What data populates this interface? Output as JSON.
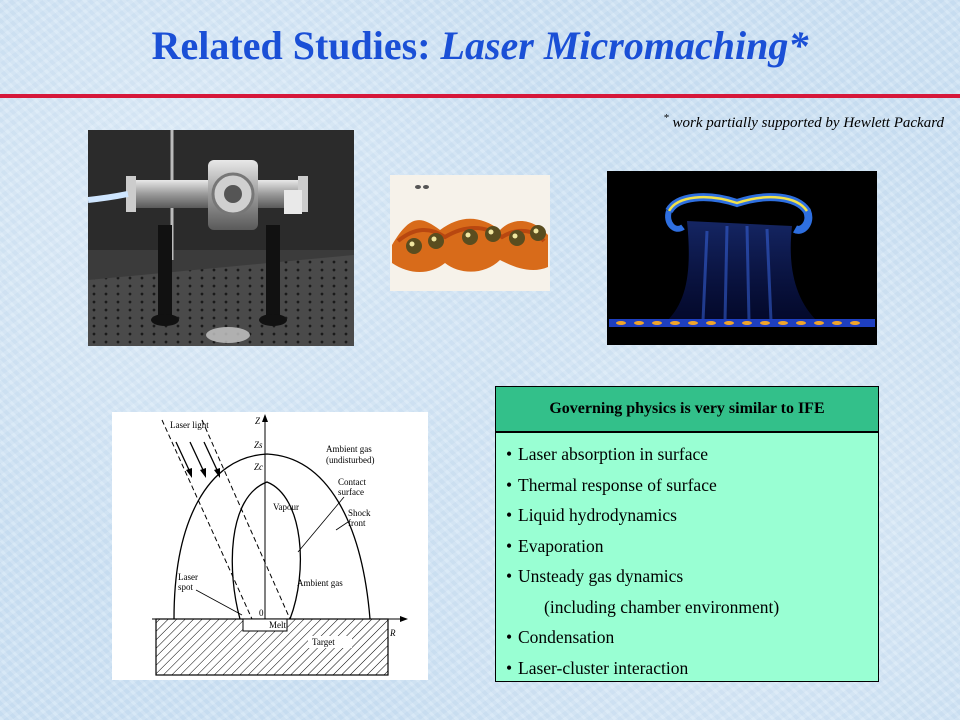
{
  "slide": {
    "title_plain": "Related Studies:",
    "title_italic": "Laser Micromaching*",
    "footnote_mark": "*",
    "footnote_text": "work partially supported by Hewlett Packard"
  },
  "diagram": {
    "labels": {
      "laser_light": "Laser light",
      "z_axis": "Z",
      "zs": "Zs",
      "zc": "Zc",
      "ambient_gas": "Ambient gas",
      "undisturbed": "(undisturbed)",
      "contact": "Contact",
      "surface": "surface",
      "vapour": "Vapour",
      "shock": "Shock",
      "front": "front",
      "laser": "Laser",
      "spot": "spot",
      "ambient_gas_inner": "Ambient gas",
      "origin": "0",
      "melt": "Melt",
      "r_axis": "R",
      "target": "Target"
    }
  },
  "panel": {
    "header": "Governing physics is very similar to IFE",
    "bullet": "•",
    "items": [
      "Laser absorption in surface",
      "Thermal response of surface",
      "Liquid hydrodynamics",
      "Evaporation",
      "Unsteady gas dynamics",
      "(including chamber environment)",
      "Condensation",
      "Laser-cluster interaction"
    ]
  },
  "colors": {
    "title": "#1a4fd6",
    "rule": "#d6173a",
    "panel_header": "#33c08a",
    "panel_body": "#99ffd3"
  }
}
